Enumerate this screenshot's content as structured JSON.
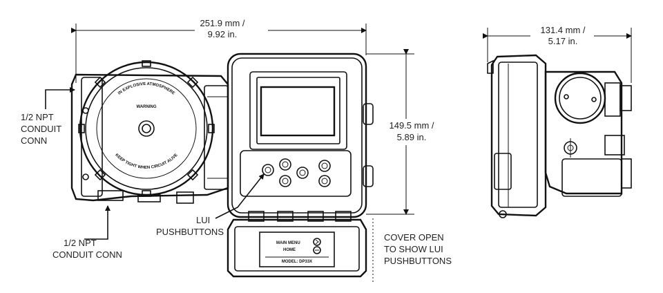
{
  "dimensions": {
    "width_overall": [
      "251.9 mm /",
      "9.92 in."
    ],
    "height": [
      "149.5 mm /",
      "5.89 in."
    ],
    "depth": [
      "131.4 mm /",
      "5.17 in."
    ]
  },
  "callouts": {
    "conduit_left": [
      "1/2 NPT",
      "CONDUIT",
      "CONN"
    ],
    "conduit_bottom": [
      "1/2 NPT",
      "CONDUIT CONN"
    ],
    "lui_pushbuttons": [
      "LUI",
      "PUSHBUTTONS"
    ],
    "cover_open": [
      "COVER OPEN",
      "TO SHOW LUI",
      "PUSHBUTTONS"
    ]
  },
  "cap_engraving": {
    "top_arc": "IN EXPLOSIVE ATMOSPHERE",
    "warning": "WARNING",
    "bottom_arc": "KEEP TIGHT WHEN CIRCUIT ALIVE"
  },
  "cover_plate": {
    "main_menu": "MAIN MENU",
    "home": "HOME",
    "model": "MODEL: DP33X"
  }
}
